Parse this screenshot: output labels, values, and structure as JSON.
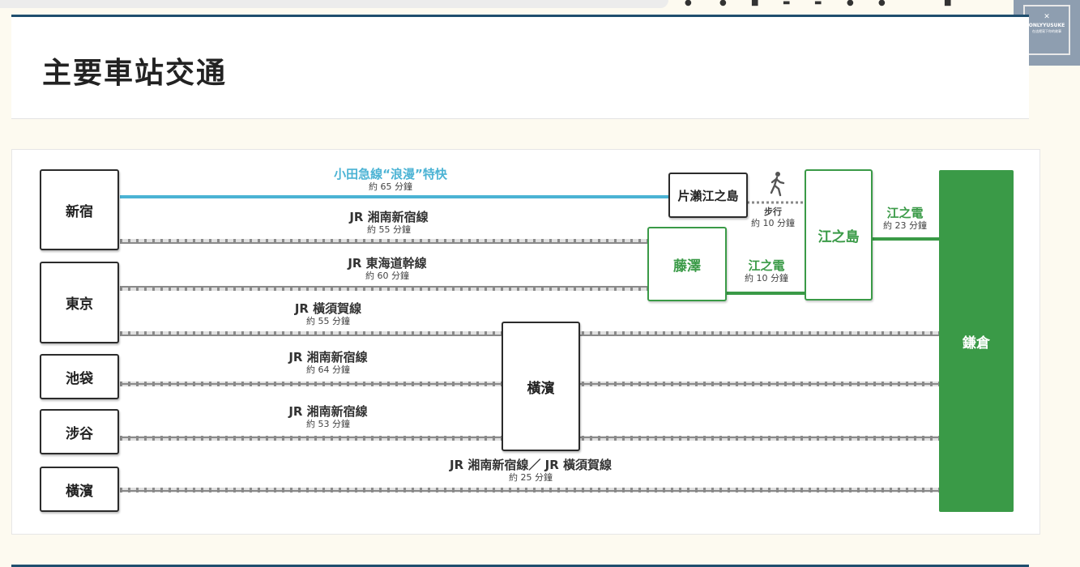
{
  "page": {
    "title": "主要車站交通"
  },
  "stations": {
    "shinjuku": "新宿",
    "tokyo": "東京",
    "ikebukuro": "池袋",
    "shibuya": "涉谷",
    "yokohama_origin": "橫濱",
    "yokohama_hub": "橫濱",
    "katase_enoshima": "片瀨江之島",
    "fujisawa": "藤澤",
    "enoshima": "江之島",
    "kamakura": "鎌倉"
  },
  "routes": {
    "odakyu": {
      "line": "小田急線“浪漫”特快",
      "time": "約 65 分鐘"
    },
    "shonan_shinjuku_1": {
      "line": "JR 湘南新宿線",
      "time": "約 55 分鐘"
    },
    "tokaido": {
      "line": "JR 東海道幹線",
      "time": "約 60 分鐘"
    },
    "yokosuka": {
      "line": "JR 橫須賀線",
      "time": "約 55 分鐘"
    },
    "shonan_shinjuku_ikebukuro": {
      "line": "JR 湘南新宿線",
      "time": "約 64 分鐘"
    },
    "shonan_shinjuku_shibuya": {
      "line": "JR 湘南新宿線",
      "time": "約 53 分鐘"
    },
    "yokohama_kamakura": {
      "line": "JR 湘南新宿線／ JR 橫須賀線",
      "time": "約 25 分鐘"
    },
    "walk": {
      "line": "步行",
      "time": "約 10 分鐘"
    },
    "enoden_fujisawa": {
      "line": "江之電",
      "time": "約 10 分鐘"
    },
    "enoden_kamakura": {
      "line": "江之電",
      "time": "約 23 分鐘"
    }
  },
  "badge": {
    "name": "ONLYYUSUKE",
    "sub": "在這裡寫下你的故事"
  },
  "icons": {
    "walk": "walking-person-icon",
    "badge": "crossed-utensils-icon"
  },
  "colors": {
    "odakyu_line": "#4bb3d4",
    "enoden_green": "#3a9a47",
    "jr_rail": "#777777",
    "header_rule": "#1f4e6e"
  }
}
